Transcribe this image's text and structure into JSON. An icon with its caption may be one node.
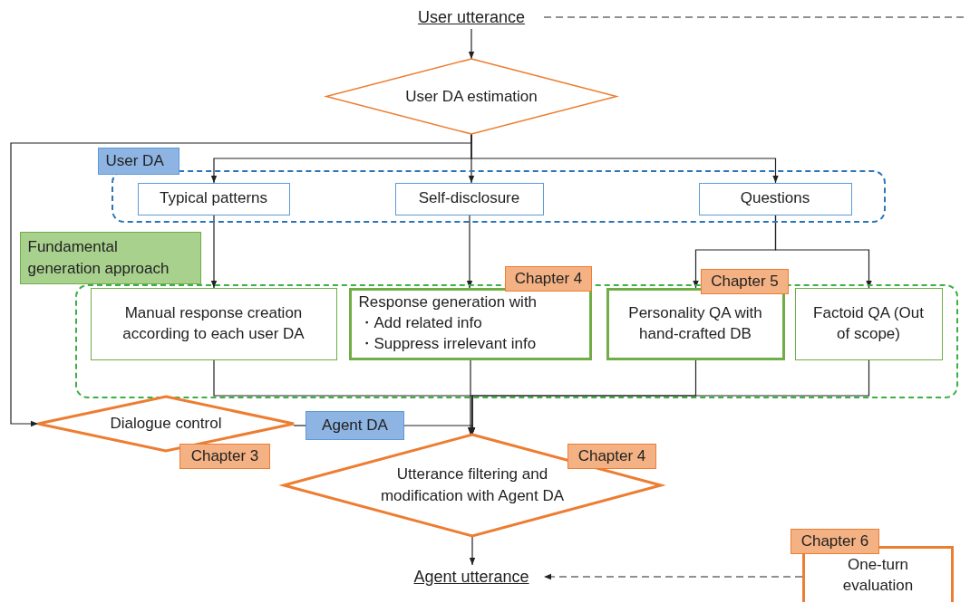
{
  "diagram": {
    "nodes": [
      {
        "text": [
          "User utterance"
        ]
      },
      {
        "text": [
          "User DA estimation"
        ]
      },
      {
        "text": [
          "User DA"
        ]
      },
      {
        "text": [
          "Typical patterns"
        ],
        "in": 2
      },
      {
        "text": [
          "Self-disclosure"
        ],
        "in": 2
      },
      {
        "text": [
          "Questions"
        ],
        "in": 2
      },
      {
        "text": [
          "Fundamental generation approach"
        ]
      },
      {
        "text": [
          "Manual response creation according to each user DA"
        ],
        "in": 6
      },
      {
        "text": [
          "Response generation with",
          "・Add related info",
          "・Suppress irrelevant info"
        ],
        "in": 6,
        "beside": [
          "Chapter 4"
        ]
      },
      {
        "text": [
          "Personality QA with hand-crafted DB"
        ],
        "in": 6,
        "beside": [
          "Chapter 5"
        ]
      },
      {
        "text": [
          "Factoid QA (Out of scope)"
        ],
        "in": 6
      },
      {
        "text": [
          "Dialogue control"
        ],
        "beside": [
          "Chapter 3"
        ]
      },
      {
        "text": [
          "Agent DA"
        ]
      },
      {
        "text": [
          "Utterance filtering and modification with Agent DA"
        ],
        "beside": [
          "Chapter 4"
        ]
      },
      {
        "text": [
          "Agent utterance"
        ]
      },
      {
        "text": [
          "One-turn evaluation"
        ],
        "beside": [
          "Chapter 6"
        ]
      }
    ],
    "edges": [
      {
        "from": 0,
        "to": 1,
        "arrow": "to"
      },
      {
        "from": 1,
        "to": 3,
        "arrow": "to"
      },
      {
        "from": 1,
        "to": 4,
        "arrow": "to"
      },
      {
        "from": 1,
        "to": 5,
        "arrow": "to"
      },
      {
        "from": 1,
        "to": 11,
        "arrow": "to"
      },
      {
        "from": 3,
        "to": 7,
        "arrow": "to"
      },
      {
        "from": 4,
        "to": 8,
        "arrow": "to"
      },
      {
        "from": 5,
        "to": 9,
        "arrow": "to"
      },
      {
        "from": 5,
        "to": 10,
        "arrow": "to"
      },
      {
        "from": 7,
        "to": 13,
        "arrow": "to"
      },
      {
        "from": 8,
        "to": 13,
        "arrow": "to"
      },
      {
        "from": 9,
        "to": 13,
        "arrow": "to"
      },
      {
        "from": 10,
        "to": 13,
        "arrow": "to"
      },
      {
        "from": 11,
        "to": 12,
        "arrow": "none"
      },
      {
        "from": 12,
        "to": 13,
        "arrow": "to"
      },
      {
        "from": 13,
        "to": 14,
        "arrow": "to"
      },
      {
        "from": 15,
        "to": 14,
        "arrow": "to",
        "style": "dashed"
      },
      {
        "from": 0,
        "to": null,
        "arrow": "none",
        "style": "dashed"
      }
    ]
  }
}
